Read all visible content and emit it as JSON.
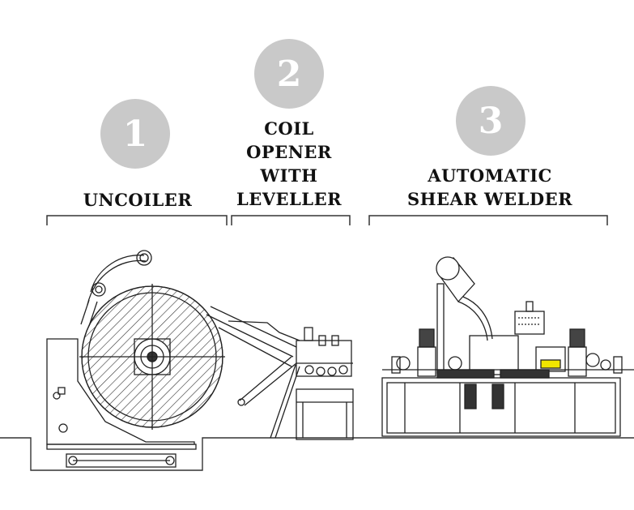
{
  "stages": [
    {
      "number": "1",
      "label_lines": [
        "UNCOILER"
      ]
    },
    {
      "number": "2",
      "label_lines": [
        "COIL",
        "OPENER",
        "WITH",
        "LEVELLER"
      ]
    },
    {
      "number": "3",
      "label_lines": [
        "AUTOMATIC",
        "SHEAR WELDER"
      ]
    }
  ],
  "colors": {
    "badge": "#c9c9c9",
    "line": "#222222",
    "highlight": "#f2e600"
  }
}
